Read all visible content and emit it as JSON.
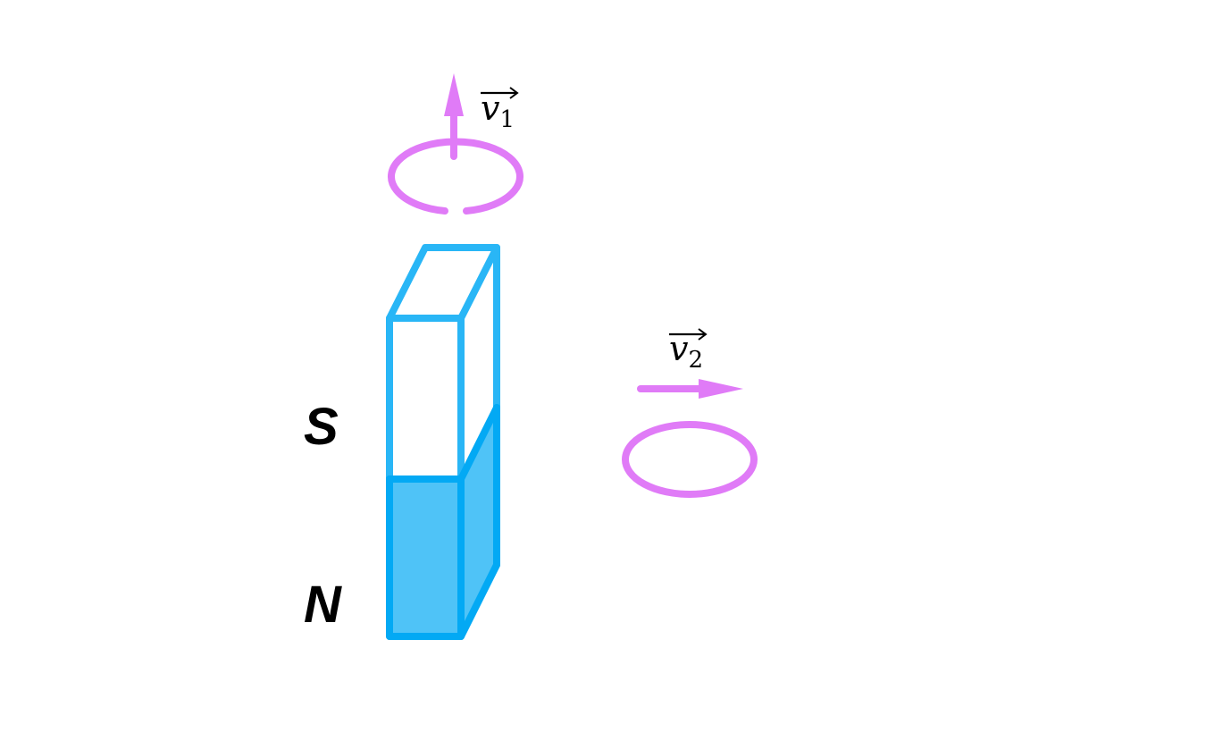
{
  "magnet": {
    "south_label": "S",
    "north_label": "N",
    "outline_color": "#29B6F6",
    "north_fill_color": "#4FC3F7"
  },
  "vectors": {
    "v1": {
      "symbol": "v",
      "subscript": "1"
    },
    "v2": {
      "symbol": "v",
      "subscript": "2"
    },
    "color": "#E07BF7"
  }
}
